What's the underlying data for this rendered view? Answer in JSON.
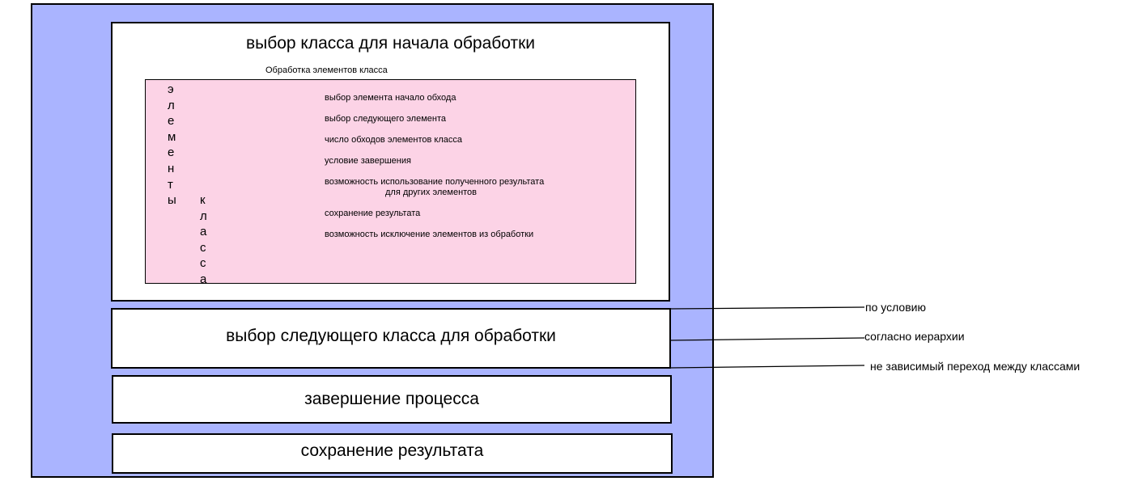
{
  "start_box": {
    "title": "выбор класса для начала обработки"
  },
  "class_processing": {
    "label": "Обработка элементов класса",
    "word_elements": [
      "э",
      "л",
      "е",
      "м",
      "е",
      "н",
      "т",
      "ы"
    ],
    "word_class": [
      "к",
      "л",
      "а",
      "с",
      "с",
      "а"
    ],
    "operations": [
      "выбор элемента начало обхода",
      "выбор следующего элемента",
      "число обходов элементов класса",
      "условие завершения",
      "возможность использование полученного результата",
      "сохранение результата",
      "возможность исключение элементов из обработки"
    ],
    "operation_continuation": "для других элементов"
  },
  "next_box": {
    "title": "выбор следующего класса для обработки"
  },
  "finish_box": {
    "title": "завершение процесса"
  },
  "save_box": {
    "title": "сохранение результата"
  },
  "transitions": [
    "по условию",
    "согласно иерархии",
    "не зависимый переход между классами"
  ],
  "colors": {
    "outer_panel": "#aab4ff",
    "inner_panel": "#fcd3e6",
    "box": "#ffffff",
    "line": "#000000"
  }
}
